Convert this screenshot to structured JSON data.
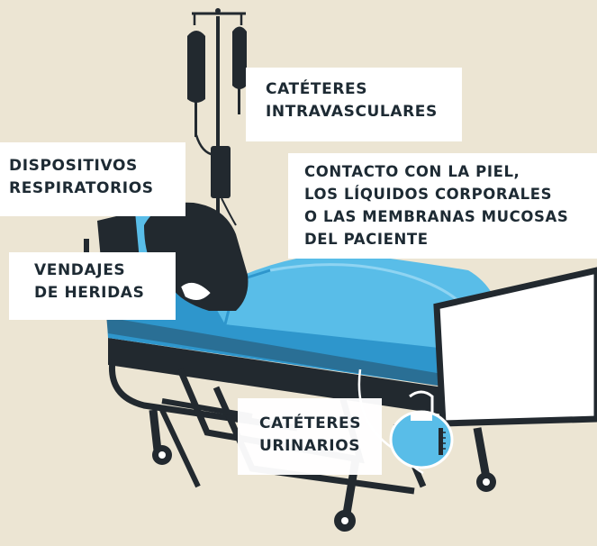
{
  "labels": {
    "iv_catheters": [
      "CATÉTERES",
      "INTRAVASCULARES"
    ],
    "respiratory": [
      "DISPOSITIVOS",
      "RESPIRATORIOS"
    ],
    "skin_contact": [
      "CONTACTO CON LA PIEL,",
      "LOS LÍQUIDOS CORPORALES",
      "O LAS MEMBRANAS MUCOSAS",
      "DEL PACIENTE"
    ],
    "wound_dressings": [
      "VENDAJES",
      "DE HERIDAS"
    ],
    "urinary_catheters": [
      "CATÉTERES",
      "URINARIOS"
    ]
  },
  "colors": {
    "background": "#ece5d3",
    "label_bg": "#ffffff",
    "text": "#1d2a33",
    "dark": "#22292f",
    "sheet": "#59bde8",
    "sheet_dark": "#2e96cc",
    "sheet_light": "#8fd4f2"
  }
}
